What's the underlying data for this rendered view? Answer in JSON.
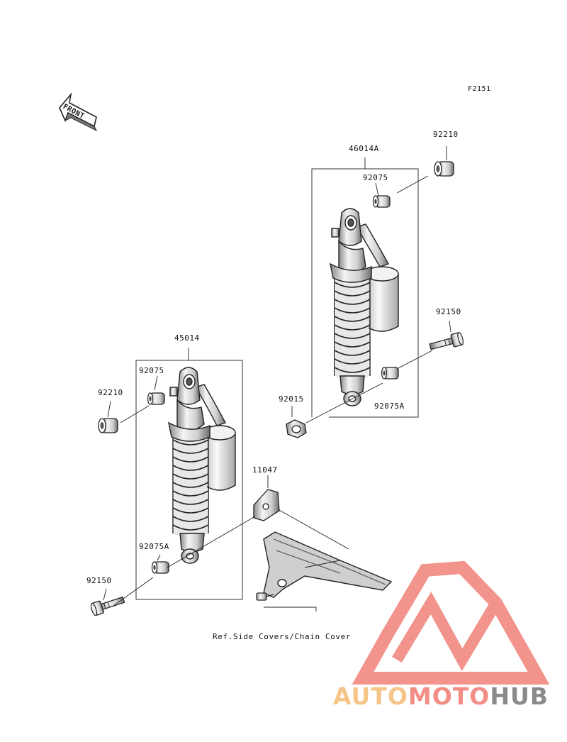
{
  "figure_code": "F2151",
  "front_label": "FRONT",
  "reference_note": "Ref.Side Covers/Chain Cover",
  "part_labels": {
    "p46014A": "46014A",
    "p92210_right": "92210",
    "p92075_right": "92075",
    "p92150_right": "92150",
    "p92015": "92015",
    "p92075A_right": "92075A",
    "p45014": "45014",
    "p92075_left": "92075",
    "p92210_left": "92210",
    "p11047": "11047",
    "p92075A_left": "92075A",
    "p92150_left": "92150"
  },
  "watermark": {
    "part1": "AUTO",
    "part2": "MOTO",
    "part3": "HUB",
    "colors": {
      "auto": "#f6c58a",
      "moto": "#f28e86",
      "hub": "#8a8a8a",
      "triangle": "#f28e86"
    }
  }
}
